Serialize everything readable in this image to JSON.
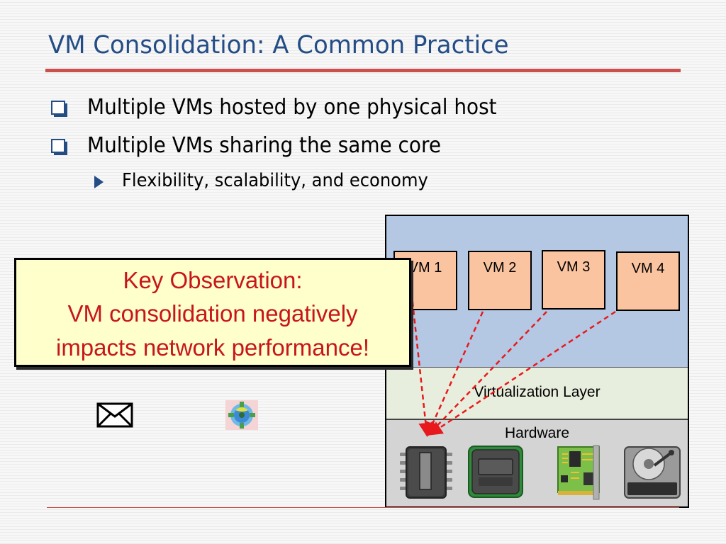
{
  "slide": {
    "title": "VM Consolidation: A Common Practice",
    "bullets": [
      "Multiple VMs hosted by one physical host",
      "Multiple VMs sharing the same core",
      "Flexibility, scalability, and economy"
    ]
  },
  "diagram": {
    "vms": [
      "VM 1",
      "VM 2",
      "VM 3",
      "VM 4"
    ],
    "virtualization_label": "Virtualization Layer",
    "hardware_label": "Hardware",
    "hardware_icons": [
      "cpu-chip-icon",
      "memory-module-icon",
      "network-card-icon",
      "hard-disk-icon"
    ],
    "arrow_color": "#e8191c",
    "vm_color": "#fbc4a0"
  },
  "callout": {
    "line1": "Key Observation:",
    "line2": "VM consolidation negatively",
    "line3": "impacts network performance!",
    "text_color": "#c8151c",
    "background": "#ffffcc"
  },
  "decorations": {
    "icons": [
      "envelope-icon",
      "gear-image-icon"
    ]
  },
  "colors": {
    "title": "#244d86",
    "accent_rule": "#c8504d"
  }
}
